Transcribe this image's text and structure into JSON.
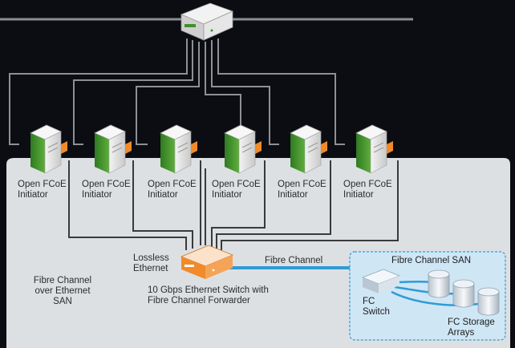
{
  "colors": {
    "background": "#0b0d12",
    "san_panel": "#dde0e3",
    "fc_san_panel": "#cfe6f5",
    "fibre_channel_link": "#2e9bd6",
    "ethernet_cable": "#3a3a3a",
    "fcoe_switch_accent": "#f08a2a",
    "server_accent": "#3f8f2a"
  },
  "labels": {
    "initiator": "Open FCoE\nInitiator",
    "lossless_ethernet": "Lossless\nEthernet",
    "fibre_channel": "Fibre Channel",
    "fcoe_san": "Fibre Channel\nover Ethernet\nSAN",
    "switch_caption": "10 Gbps Ethernet Switch with\nFibre Channel Forwarder",
    "fc_san_title": "Fibre Channel SAN",
    "fc_switch": "FC\nSwitch",
    "fc_storage": "FC Storage\nArrays"
  },
  "icons": {
    "top_switch": "ethernet-switch-icon",
    "server": "server-tower-icon",
    "fcoe_switch": "fcoe-switch-icon",
    "fc_switch": "fc-switch-icon",
    "storage": "storage-cylinder-icon"
  }
}
